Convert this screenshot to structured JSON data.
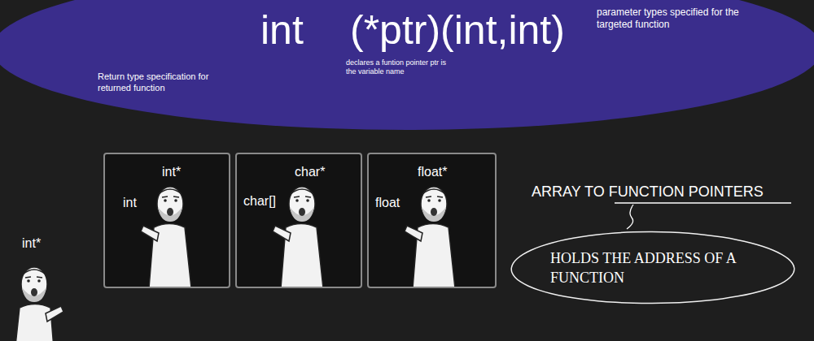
{
  "diagram": {
    "nodes": [
      {
        "text": [
          "int",
          "(*ptr)(int,int)",
          "declares a funtion pointer ptr is the variable name",
          "parameter types specified for the targeted function",
          "Return type specification for returned function"
        ]
      },
      {
        "text": [
          "int*",
          "int"
        ]
      },
      {
        "text": [
          "char*",
          "char[]"
        ]
      },
      {
        "text": [
          "float*",
          "float"
        ]
      },
      {
        "text": [
          "HOLDS THE ADDRESS OF A FUNCTION"
        ]
      }
    ],
    "labels": [
      "ARRAY TO FUNCTION POINTERS",
      "int*"
    ]
  }
}
